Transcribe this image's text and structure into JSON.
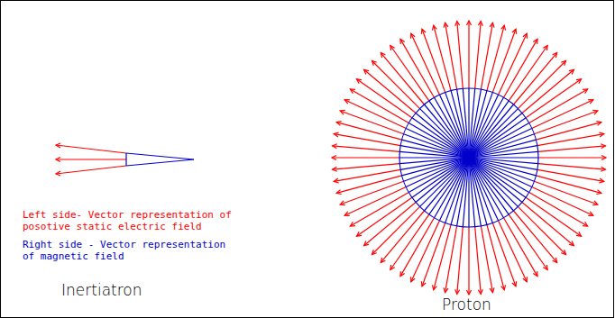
{
  "diagram": {
    "labels": [
      "Left side- Vector representation of posotive static electric field",
      "Right side - Vector representation of magnetic field",
      "Inertiatron",
      "Proton"
    ]
  }
}
